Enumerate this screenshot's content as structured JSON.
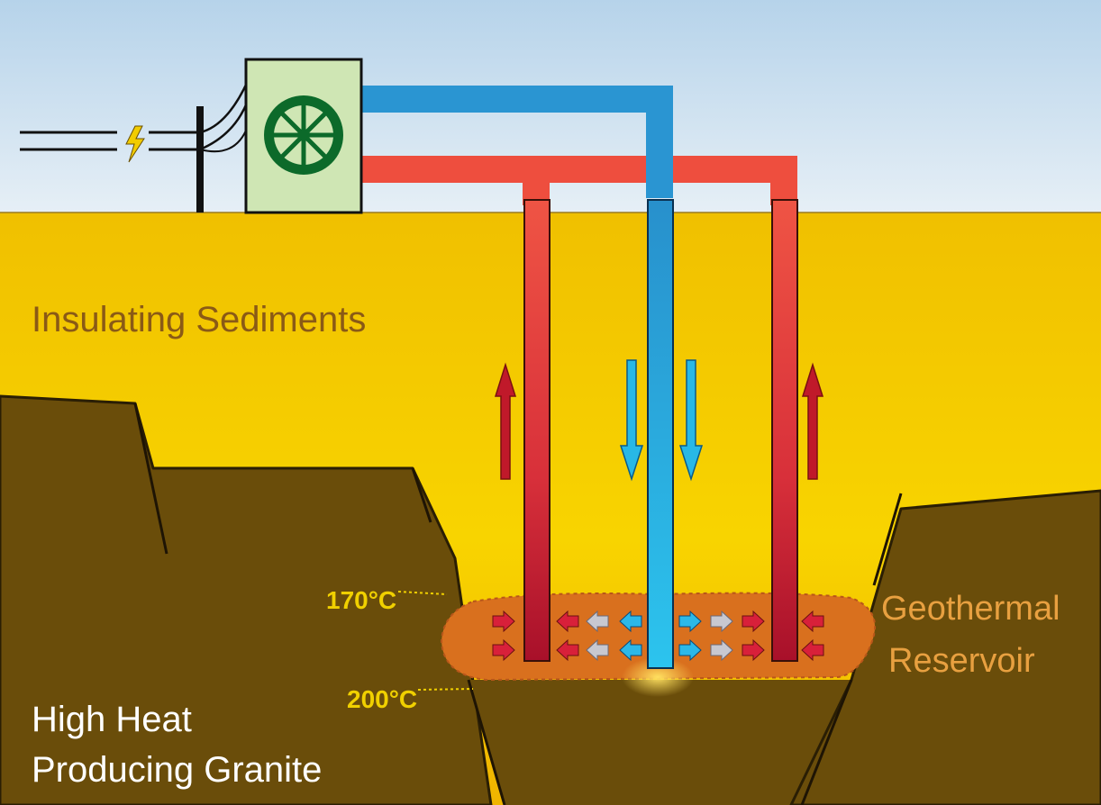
{
  "labels": {
    "insulating_sediments": "Insulating Sediments",
    "granite_line1": "High Heat",
    "granite_line2": "Producing Granite",
    "reservoir_line1": "Geothermal",
    "reservoir_line2": "Reservoir",
    "temp_upper": "170°C",
    "temp_lower": "200°C"
  },
  "icons": {
    "turbine": "turbine-wheel-icon",
    "lightning": "lightning-bolt-icon",
    "power_pole": "power-pole-icon"
  },
  "colors": {
    "sky_top": "#b8d4ea",
    "sky_bottom": "#e4eef6",
    "sediment": "#f5c800",
    "granite": "#6a4d0a",
    "hot_pipe": "#ee4e3e",
    "cold_pipe": "#2a95d2",
    "reservoir": "#d8701e",
    "turbine_box": "#cfe6b4",
    "turbine_green": "#0c6a2a"
  }
}
